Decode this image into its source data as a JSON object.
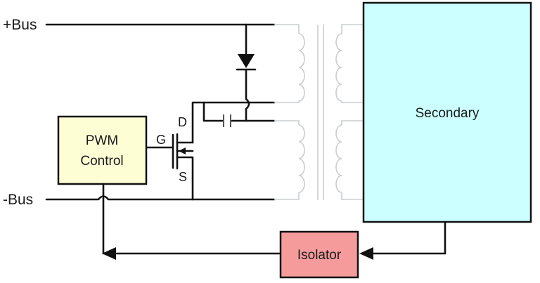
{
  "labels": {
    "plus_bus": "+Bus",
    "minus_bus": "-Bus",
    "pwm_line1": "PWM",
    "pwm_line2": "Control",
    "gate": "G",
    "drain": "D",
    "source": "S",
    "secondary": "Secondary",
    "isolator": "Isolator"
  },
  "colors": {
    "wire": "#111111",
    "pwm_fill": "#fefed5",
    "secondary_fill": "#ccffff",
    "isolator_fill": "#f59b9b",
    "transformer": "#c9cdd0"
  }
}
